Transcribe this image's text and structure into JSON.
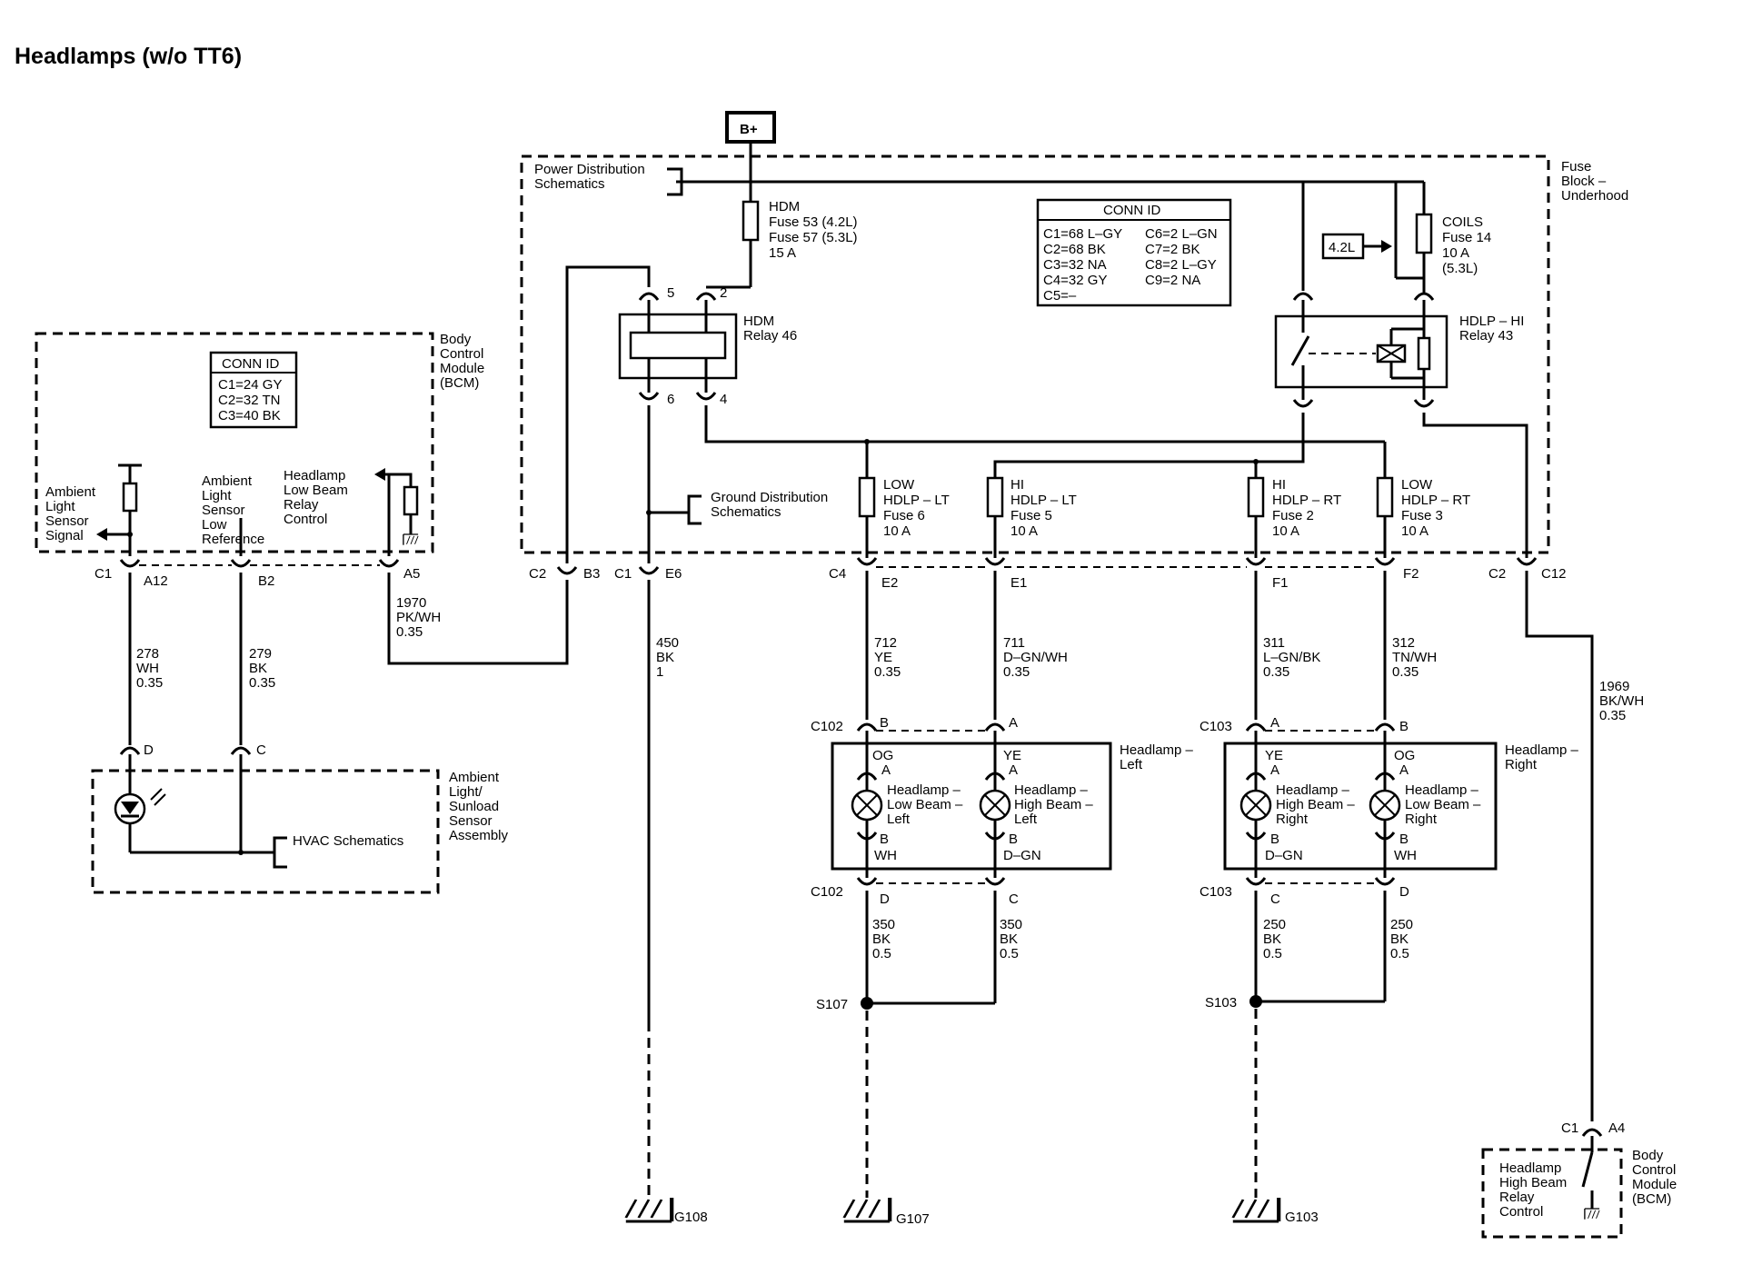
{
  "title": "Headlamps (w/o TT6)",
  "b_plus": "B+",
  "power_dist": [
    "Power Distribution",
    "Schematics"
  ],
  "fuse_block": [
    "Fuse",
    "Block –",
    "Underhood"
  ],
  "hdm_fuse": [
    "HDM",
    "Fuse 53 (4.2L)",
    "Fuse 57 (5.3L)",
    "15 A"
  ],
  "conn_id_fuse": {
    "header": "CONN ID",
    "left": [
      "C1=68 L–GY",
      "C2=68 BK",
      "C3=32 NA",
      "C4=32 GY",
      "C5=–"
    ],
    "right": [
      "C6=2 L–GN",
      "C7=2 BK",
      "C8=2 L–GY",
      "C9=2 NA"
    ]
  },
  "engine_42": "4.2L",
  "coils": [
    "COILS",
    "Fuse 14",
    "10 A",
    "(5.3L)"
  ],
  "hdm_relay": [
    "HDM",
    "Relay 46"
  ],
  "hdlp_hi_relay": [
    "HDLP – HI",
    "Relay 43"
  ],
  "relay_pins": {
    "p5": "5",
    "p2": "2",
    "p6": "6",
    "p4": "4"
  },
  "ground_dist": [
    "Ground Distribution",
    "Schematics"
  ],
  "fuses": [
    {
      "lines": [
        "LOW",
        "HDLP – LT",
        "Fuse 6",
        "10 A"
      ]
    },
    {
      "lines": [
        "HI",
        "HDLP – LT",
        "Fuse 5",
        "10 A"
      ]
    },
    {
      "lines": [
        "HI",
        "HDLP – RT",
        "Fuse 2",
        "10 A"
      ]
    },
    {
      "lines": [
        "LOW",
        "HDLP – RT",
        "Fuse 3",
        "10 A"
      ]
    }
  ],
  "bcm": {
    "label": [
      "Body",
      "Control",
      "Module",
      "(BCM)"
    ],
    "conn_header": "CONN ID",
    "conn_rows": [
      "C1=24 GY",
      "C2=32 TN",
      "C3=40 BK"
    ],
    "ambient_signal": [
      "Ambient",
      "Light",
      "Sensor",
      "Signal"
    ],
    "ambient_low_ref": [
      "Ambient",
      "Light",
      "Sensor",
      "Low",
      "Reference"
    ],
    "headlamp_low_ctrl": [
      "Headlamp",
      "Low Beam",
      "Relay",
      "Control"
    ]
  },
  "connectors": {
    "bcm_c1": "C1",
    "a12": "A12",
    "b2": "B2",
    "a5": "A5",
    "fb_c2": "C2",
    "b3": "B3",
    "fb_c1": "C1",
    "e6": "E6",
    "fb_c4": "C4",
    "e2": "E2",
    "e1": "E1",
    "f1": "F1",
    "f2": "F2",
    "fb_c2b": "C2",
    "c12": "C12",
    "sensor_d": "D",
    "sensor_c": "C",
    "bcm2_c1": "C1",
    "a4": "A4"
  },
  "wires": {
    "w278": [
      "278",
      "WH",
      "0.35"
    ],
    "w279": [
      "279",
      "BK",
      "0.35"
    ],
    "w1970": [
      "1970",
      "PK/WH",
      "0.35"
    ],
    "w450": [
      "450",
      "BK",
      "1"
    ],
    "w712": [
      "712",
      "YE",
      "0.35"
    ],
    "w711": [
      "711",
      "D–GN/WH",
      "0.35"
    ],
    "w311": [
      "311",
      "L–GN/BK",
      "0.35"
    ],
    "w312": [
      "312",
      "TN/WH",
      "0.35"
    ],
    "w1969": [
      "1969",
      "BK/WH",
      "0.35"
    ],
    "w350a": [
      "350",
      "BK",
      "0.5"
    ],
    "w350b": [
      "350",
      "BK",
      "0.5"
    ],
    "w250a": [
      "250",
      "BK",
      "0.5"
    ],
    "w250b": [
      "250",
      "BK",
      "0.5"
    ]
  },
  "sensor_assy": [
    "Ambient",
    "Light/",
    "Sunload",
    "Sensor",
    "Assembly"
  ],
  "hvac": "HVAC Schematics",
  "left_lamps": {
    "label": [
      "Headlamp –",
      "Left"
    ],
    "c102_top": "C102",
    "c102_bot": "C102",
    "pin_b_top": "B",
    "pin_a_top": "A",
    "pin_d_bot": "D",
    "pin_c_bot": "C",
    "low": {
      "color_top": "OG",
      "pin_top": "A",
      "name": [
        "Headlamp –",
        "Low Beam –",
        "Left"
      ],
      "pin_bot": "B",
      "color_bot": "WH"
    },
    "high": {
      "color_top": "YE",
      "pin_top": "A",
      "name": [
        "Headlamp –",
        "High Beam –",
        "Left"
      ],
      "pin_bot": "B",
      "color_bot": "D–GN"
    }
  },
  "right_lamps": {
    "label": [
      "Headlamp –",
      "Right"
    ],
    "c103_top": "C103",
    "c103_bot": "C103",
    "pin_a_top": "A",
    "pin_b_top": "B",
    "pin_c_bot": "C",
    "pin_d_bot": "D",
    "high": {
      "color_top": "YE",
      "pin_top": "A",
      "name": [
        "Headlamp –",
        "High Beam –",
        "Right"
      ],
      "pin_bot": "B",
      "color_bot": "D–GN"
    },
    "low": {
      "color_top": "OG",
      "pin_top": "A",
      "name": [
        "Headlamp –",
        "Low Beam –",
        "Right"
      ],
      "pin_bot": "B",
      "color_bot": "WH"
    }
  },
  "splices": {
    "s107": "S107",
    "s103": "S103"
  },
  "grounds": {
    "g108": "G108",
    "g107": "G107",
    "g103": "G103"
  },
  "bcm2": {
    "label": [
      "Body",
      "Control",
      "Module",
      "(BCM)"
    ],
    "ctrl": [
      "Headlamp",
      "High Beam",
      "Relay",
      "Control"
    ]
  }
}
